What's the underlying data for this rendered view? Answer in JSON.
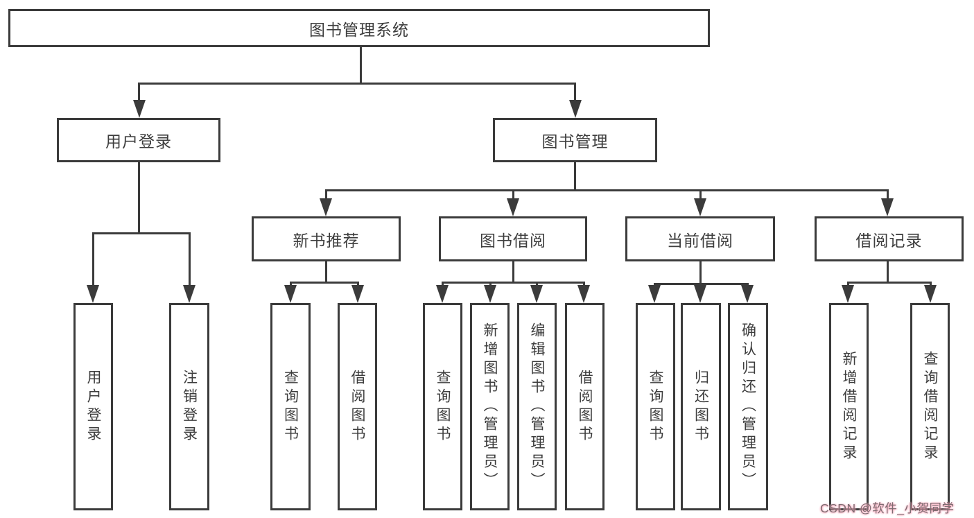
{
  "diagram_title": "图书管理系统",
  "colors": {
    "line": "#3b3b3b",
    "text": "#3d3d3d",
    "background": "#ffffff",
    "watermark_pink": "#ff9eb5"
  },
  "nodes": {
    "root": "图书管理系统",
    "user_login": "用户登录",
    "book_management": "图书管理",
    "new_book_recommend": "新书推荐",
    "book_borrow": "图书借阅",
    "current_borrow": "当前借阅",
    "borrow_records": "借阅记录",
    "leaf_user_login": "用户登录",
    "leaf_logout": "注销登录",
    "leaf_nbr_query": "查询图书",
    "leaf_nbr_borrow": "借阅图书",
    "leaf_bb_query": "查询图书",
    "leaf_bb_add": "新增图书（管理员）",
    "leaf_bb_edit": "编辑图书（管理员）",
    "leaf_bb_borrow": "借阅图书",
    "leaf_cb_query": "查询图书",
    "leaf_cb_return": "归还图书",
    "leaf_cb_confirm": "确认归还（管理员）",
    "leaf_br_add": "新增借阅记录",
    "leaf_br_query": "查询借阅记录"
  },
  "hierarchy": {
    "图书管理系统": {
      "用户登录": [
        "用户登录",
        "注销登录"
      ],
      "图书管理": {
        "新书推荐": [
          "查询图书",
          "借阅图书"
        ],
        "图书借阅": [
          "查询图书",
          "新增图书（管理员）",
          "编辑图书（管理员）",
          "借阅图书"
        ],
        "当前借阅": [
          "查询图书",
          "归还图书",
          "确认归还（管理员）"
        ],
        "借阅记录": [
          "新增借阅记录",
          "查询借阅记录"
        ]
      }
    }
  },
  "watermark": "CSDN @软件_小贺同学"
}
